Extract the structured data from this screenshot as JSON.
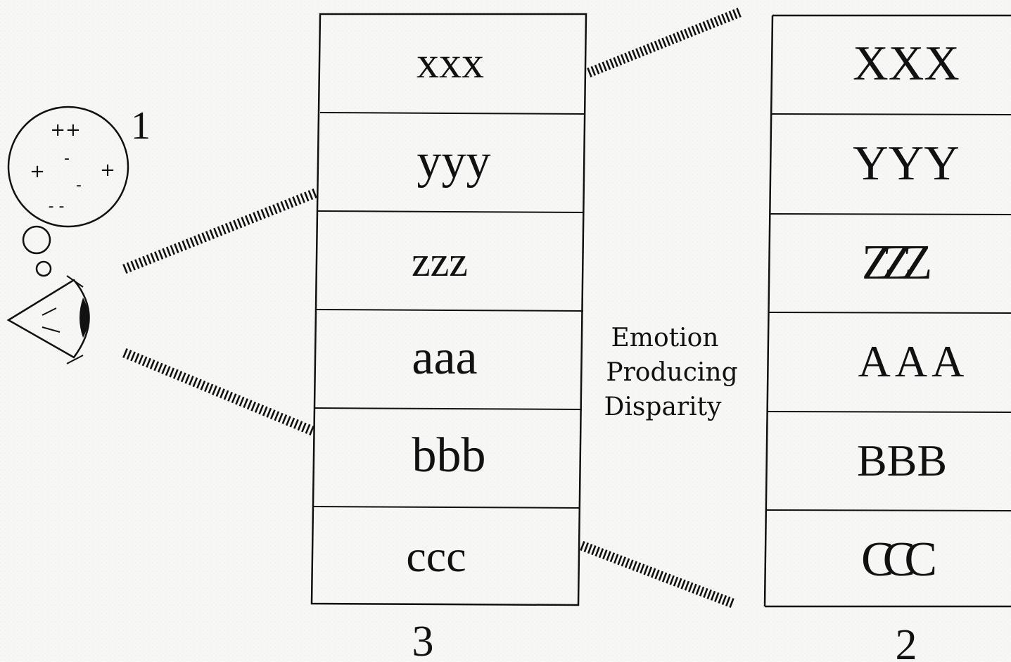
{
  "thought_bubble": {
    "label": "1",
    "marks": [
      "++",
      "-",
      "+",
      "+",
      "-",
      "- -"
    ]
  },
  "left_column": {
    "label": "3",
    "cells": [
      "xxx",
      "yyy",
      "zzz",
      "aaa",
      "bbb",
      "ccc"
    ]
  },
  "right_column": {
    "label": "2",
    "cells": [
      "XXX",
      "YYY",
      "ZZZ",
      "AAA",
      "BBB",
      "CCC"
    ]
  },
  "center_caption": {
    "line1": "Emotion",
    "line2": "Producing",
    "line3": "Disparity"
  },
  "icons": [
    "eye-icon",
    "thought-bubble-icon"
  ],
  "colors": {
    "ink": "#111111",
    "paper": "#f7f7f5"
  }
}
